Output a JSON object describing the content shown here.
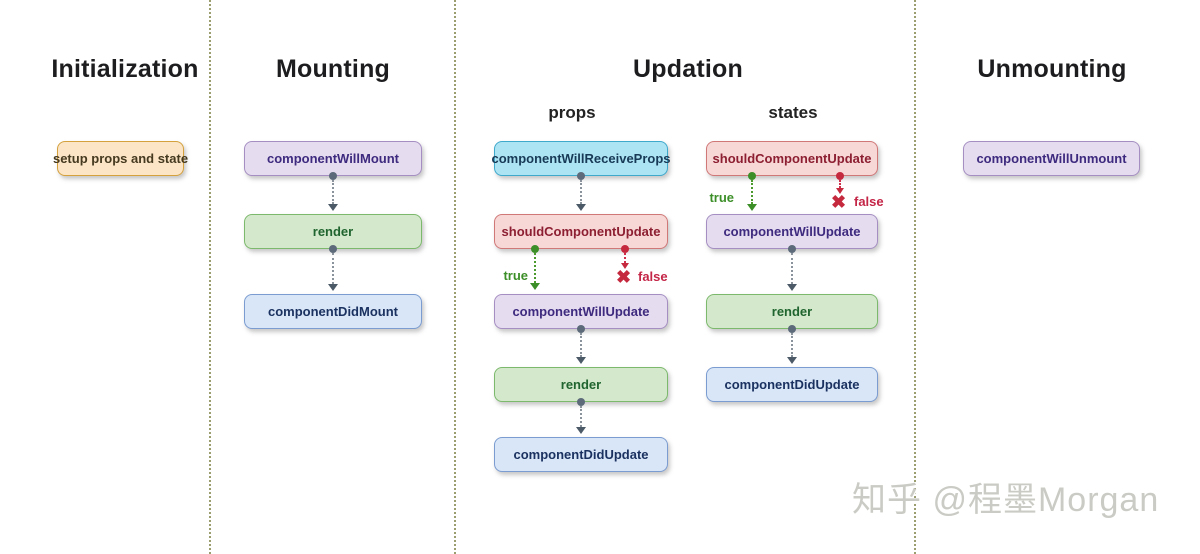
{
  "sections": {
    "initialization": {
      "title": "Initialization",
      "setup_node": "setup props and state"
    },
    "mounting": {
      "title": "Mounting",
      "will_mount": "componentWillMount",
      "render": "render",
      "did_mount": "componentDidMount"
    },
    "updation": {
      "title": "Updation",
      "props_column": {
        "header": "props",
        "will_receive_props": "componentWillReceiveProps",
        "should_update": "shouldComponentUpdate",
        "true_label": "true",
        "false_label": "false",
        "will_update": "componentWillUpdate",
        "render": "render",
        "did_update": "componentDidUpdate"
      },
      "states_column": {
        "header": "states",
        "should_update": "shouldComponentUpdate",
        "true_label": "true",
        "false_label": "false",
        "will_update": "componentWillUpdate",
        "render": "render",
        "did_update": "componentDidUpdate"
      }
    },
    "unmounting": {
      "title": "Unmounting",
      "will_unmount": "componentWillUnmount"
    }
  },
  "icons": {
    "cross": "✖"
  },
  "watermark": "知乎 @程墨Morgan",
  "palette": {
    "setup_bg": "#fbe5c6",
    "setup_border": "#d4a13d",
    "lifecycle_purple_bg": "#e6dcf0",
    "lifecycle_purple_border": "#a58fc2",
    "render_green_bg": "#d4e9cc",
    "render_green_border": "#7cb96c",
    "did_blue_bg": "#d8e6f8",
    "did_blue_border": "#7b9cd0",
    "receive_cyan_bg": "#ade4f4",
    "receive_cyan_border": "#3fa9cc",
    "should_red_bg": "#f8d7d7",
    "should_red_border": "#d07878",
    "true_green": "#3c8f28",
    "false_red": "#c42648",
    "divider_olive": "#9b9e6f",
    "connector_gray": "#4c5a68"
  }
}
